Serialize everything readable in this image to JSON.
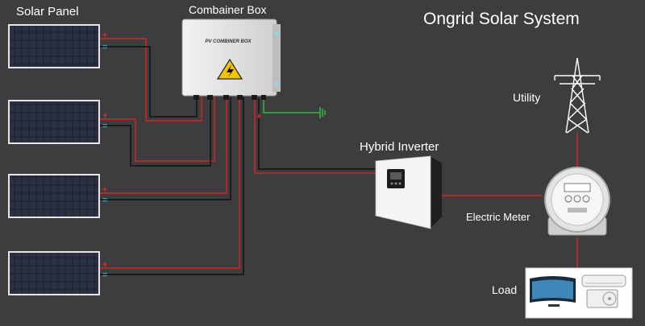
{
  "diagram": {
    "title": "Ongrid Solar System",
    "labels": {
      "solar_panel": "Solar Panel",
      "combiner_box": "Combainer Box",
      "combiner_box_plate": "PV COMBINER BOX",
      "hybrid_inverter": "Hybrid Inverter",
      "utility": "Utility",
      "electric_meter": "Electric Meter",
      "load": "Load"
    },
    "polarity": {
      "positive": "+",
      "negative": "="
    },
    "colors": {
      "background": "#3d3d3f",
      "positive_wire": "#b02a2a",
      "negative_wire": "#1c1c1c",
      "ground_wire": "#2fbf3a",
      "text": "#ffffff",
      "warning": "#f5c400"
    }
  }
}
